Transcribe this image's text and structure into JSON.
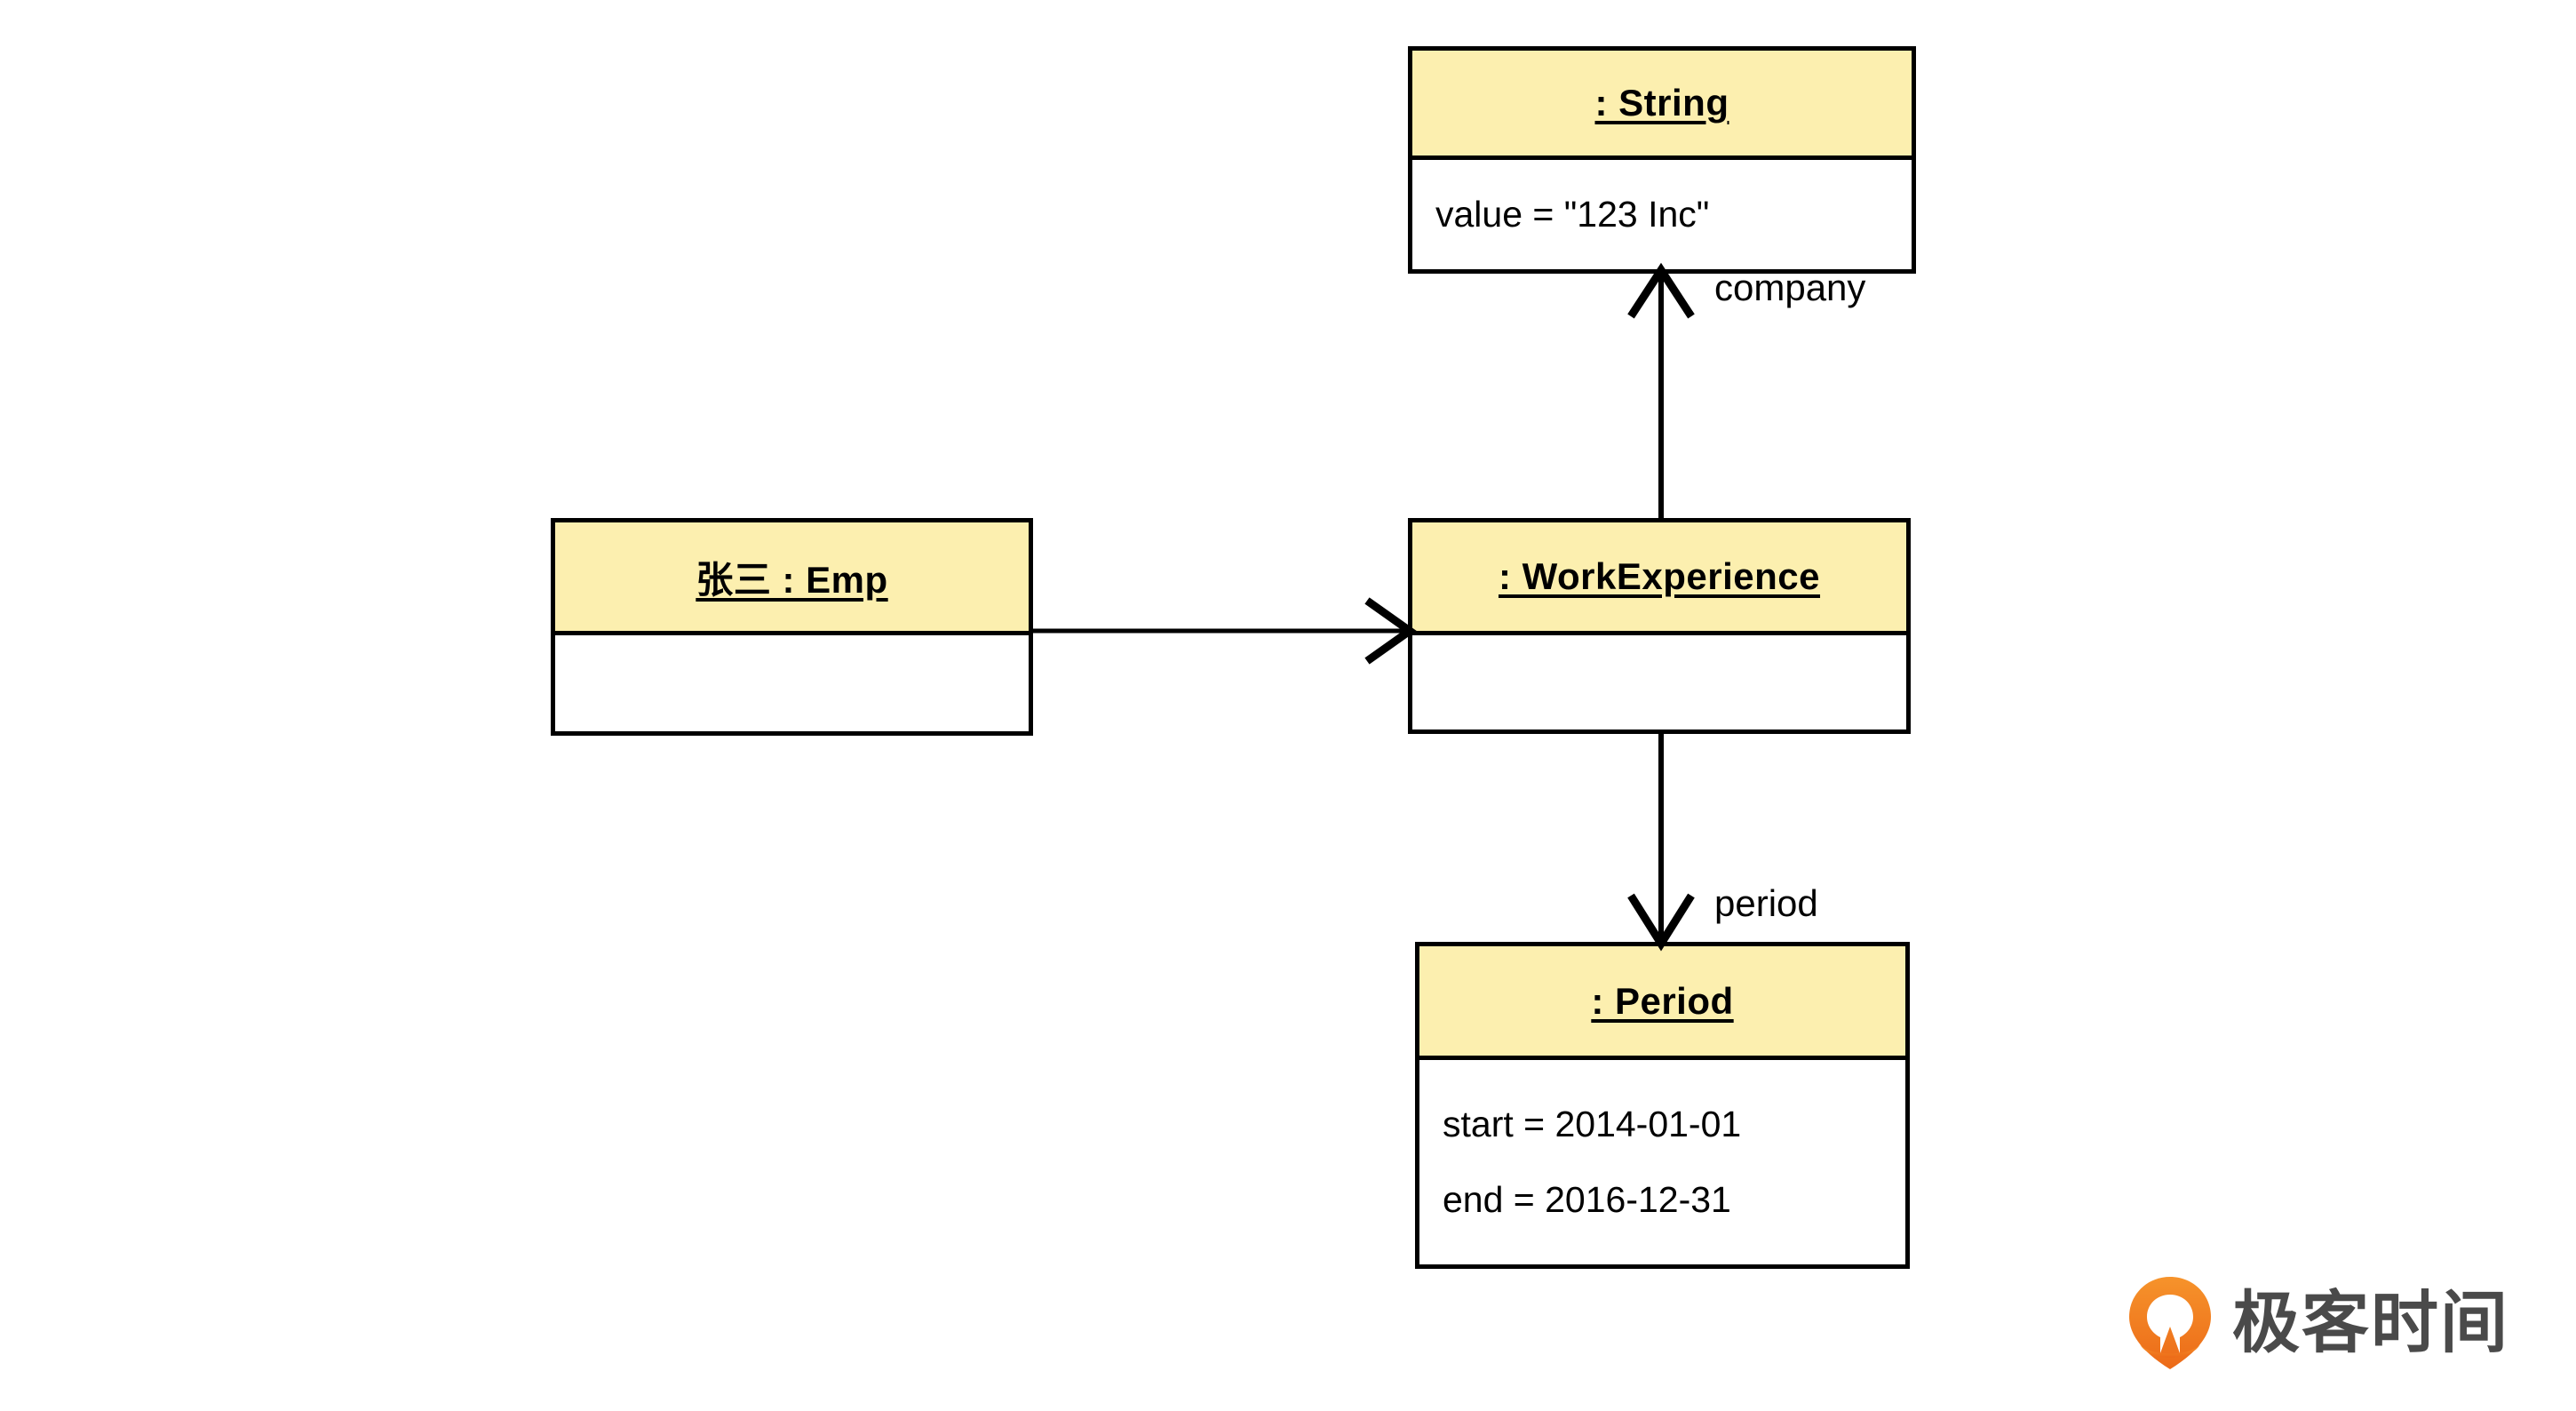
{
  "diagram": {
    "type": "uml-object-diagram",
    "background_color": "#ffffff",
    "box_header_color": "#FCEFAF",
    "box_border_color": "#000000",
    "objects": [
      {
        "id": "emp",
        "title": "张三 : Emp",
        "attributes": []
      },
      {
        "id": "string",
        "title": ": String",
        "attributes": [
          "value = \"123 Inc\""
        ]
      },
      {
        "id": "workexperience",
        "title": ": WorkExperience",
        "attributes": []
      },
      {
        "id": "period",
        "title": ": Period",
        "attributes": [
          "start = 2014-01-01",
          "end = 2016-12-31"
        ]
      }
    ],
    "links": [
      {
        "id": "emp-to-workexperience",
        "from": "emp",
        "to": "workexperience",
        "label": "",
        "direction": "right"
      },
      {
        "id": "workexperience-to-string",
        "from": "workexperience",
        "to": "string",
        "label": "company",
        "direction": "up"
      },
      {
        "id": "workexperience-to-period",
        "from": "workexperience",
        "to": "period",
        "label": "period",
        "direction": "down"
      }
    ]
  },
  "watermark": {
    "text": "极客时间",
    "mark_color": "#F08326",
    "text_color": "#4a4a4a"
  }
}
